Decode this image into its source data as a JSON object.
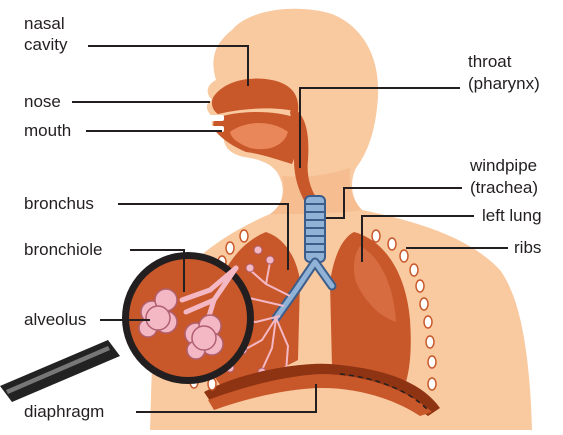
{
  "labels": {
    "nasal_cavity_1": "nasal",
    "nasal_cavity_2": "cavity",
    "nose": "nose",
    "mouth": "mouth",
    "bronchus": "bronchus",
    "bronchiole": "bronchiole",
    "alveolus": "alveolus",
    "diaphragm": "diaphragm",
    "throat_1": "throat",
    "throat_2": "(pharynx)",
    "windpipe_1": "windpipe",
    "windpipe_2": "(trachea)",
    "left_lung": "left lung",
    "ribs": "ribs"
  },
  "colors": {
    "skin": "#f9c9a0",
    "skin_shade": "#f2b585",
    "organ": "#c8572a",
    "organ_dark": "#8f3412",
    "organ_light": "#e9875a",
    "trachea": "#8fb2d6",
    "trachea_dark": "#3d5e8a",
    "alveoli": "#f4b8c4",
    "leader": "#231f20"
  }
}
